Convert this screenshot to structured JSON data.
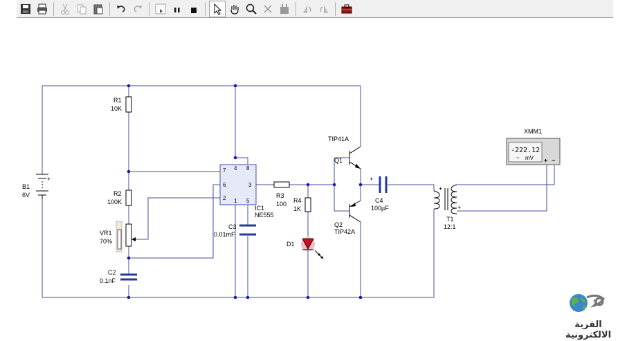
{
  "toolbar": {
    "buttons": [
      {
        "name": "save-icon",
        "enabled": true
      },
      {
        "name": "print-icon",
        "enabled": true
      },
      {
        "name": "cut-icon",
        "enabled": false
      },
      {
        "name": "copy-icon",
        "enabled": false
      },
      {
        "name": "paste-icon",
        "enabled": true
      },
      {
        "name": "undo-icon",
        "enabled": true
      },
      {
        "name": "redo-icon",
        "enabled": false
      },
      {
        "name": "step-icon",
        "enabled": false
      },
      {
        "name": "pause-icon",
        "enabled": true
      },
      {
        "name": "stop-icon",
        "enabled": true
      },
      {
        "name": "pointer-icon",
        "enabled": true
      },
      {
        "name": "hand-icon",
        "enabled": true
      },
      {
        "name": "zoom-icon",
        "enabled": true
      },
      {
        "name": "delete-icon",
        "enabled": false
      },
      {
        "name": "components-icon",
        "enabled": false
      },
      {
        "name": "rotate-left-icon",
        "enabled": false
      },
      {
        "name": "rotate-right-icon",
        "enabled": false
      },
      {
        "name": "toolbox-icon",
        "enabled": true
      }
    ]
  },
  "components": {
    "r1": {
      "ref": "R1",
      "value": "10K"
    },
    "r2": {
      "ref": "R2",
      "value": "100K"
    },
    "vr1": {
      "ref": "VR1",
      "value": "70%"
    },
    "c2": {
      "ref": "C2",
      "value": "0.1nF"
    },
    "b1": {
      "ref": "B1",
      "value": "6V"
    },
    "ic1": {
      "ref": "IC1",
      "value": "NE555",
      "pins": [
        "7",
        "4",
        "8",
        "6",
        "3",
        "2",
        "1",
        "5"
      ]
    },
    "c3": {
      "ref": "C3",
      "value": "0.01mF"
    },
    "r3": {
      "ref": "R3",
      "value": "100"
    },
    "r4": {
      "ref": "R4",
      "value": "1K"
    },
    "d1": {
      "ref": "D1"
    },
    "q1": {
      "ref": "Q1",
      "value": "TIP41A"
    },
    "q2": {
      "ref": "Q2",
      "value": "TIP42A"
    },
    "c4": {
      "ref": "C4",
      "value": "100µF"
    },
    "t1": {
      "ref": "T1",
      "value": "12:1"
    },
    "xmm1": {
      "ref": "XMM1",
      "reading": "-222.12",
      "unit": "mV",
      "mode": "~",
      "plus": "+",
      "minus": "−"
    }
  },
  "logo": {
    "text": "القرية الالكترونية"
  }
}
